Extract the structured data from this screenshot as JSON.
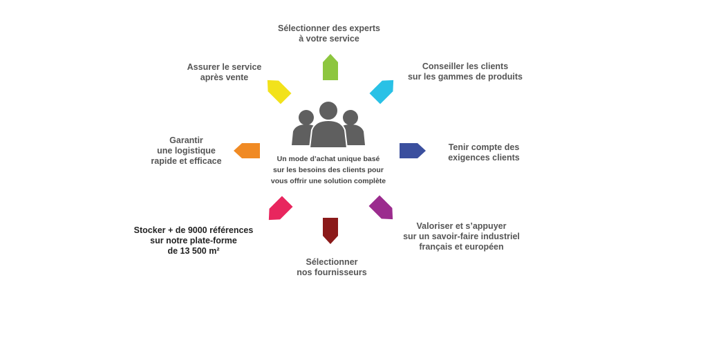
{
  "center": {
    "lines": [
      "Un mode d’achat unique basé",
      "sur les besoins des clients pour",
      "vous offrir une solution complète"
    ],
    "icon": "people-group-icon"
  },
  "items": [
    {
      "id": "experts",
      "color": "#8DC63F",
      "lines": [
        "Sélectionner des experts",
        "à votre service"
      ]
    },
    {
      "id": "conseiller",
      "color": "#29C1E6",
      "lines": [
        "Conseiller les clients",
        "sur les gammes de produits"
      ]
    },
    {
      "id": "exigences",
      "color": "#3B4F9E",
      "lines": [
        "Tenir compte des",
        "exigences clients"
      ]
    },
    {
      "id": "valoriser",
      "color": "#9B2C8E",
      "lines": [
        "Valoriser et s’appuyer",
        "sur un savoir-faire industriel",
        "français et européen"
      ]
    },
    {
      "id": "fournisseurs",
      "color": "#8B1A1A",
      "lines": [
        "Sélectionner",
        "nos fournisseurs"
      ]
    },
    {
      "id": "stocker",
      "color": "#E8265E",
      "lines": [
        "Stocker + de 9000 références",
        "sur notre plate-forme",
        "de 13 500 m²"
      ]
    },
    {
      "id": "logistique",
      "color": "#F08A24",
      "lines": [
        "Garantir",
        "une logistique",
        "rapide et efficace"
      ]
    },
    {
      "id": "service",
      "color": "#F2E21B",
      "lines": [
        "Assurer le service",
        "après vente"
      ]
    }
  ]
}
